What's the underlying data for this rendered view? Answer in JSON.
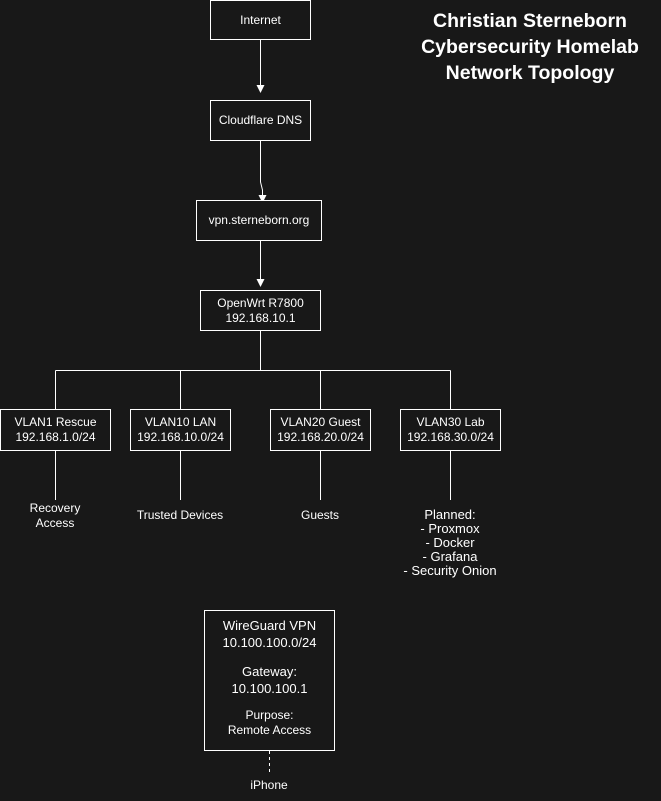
{
  "title": {
    "line1": "Christian Sterneborn",
    "line2": "Cybersecurity Homelab",
    "line3": "Network Topology"
  },
  "nodes": {
    "internet": "Internet",
    "cloudflare": "Cloudflare DNS",
    "vpn_domain": "vpn.sterneborn.org",
    "router": {
      "name": "OpenWrt R7800",
      "ip": "192.168.10.1"
    },
    "vlans": [
      {
        "name": "VLAN1 Rescue",
        "subnet": "192.168.1.0/24"
      },
      {
        "name": "VLAN10 LAN",
        "subnet": "192.168.10.0/24"
      },
      {
        "name": "VLAN20 Guest",
        "subnet": "192.168.20.0/24"
      },
      {
        "name": "VLAN30 Lab",
        "subnet": "192.168.30.0/24"
      }
    ]
  },
  "labels": {
    "vlan1": [
      "Recovery",
      "Access"
    ],
    "vlan10": "Trusted Devices",
    "vlan20": "Guests",
    "vlan30": [
      "Planned:",
      "- Proxmox",
      "- Docker",
      "- Grafana",
      "- Security Onion"
    ]
  },
  "wireguard": {
    "name": "WireGuard VPN",
    "subnet": "10.100.100.0/24",
    "gateway_label": "Gateway:",
    "gateway_ip": "10.100.100.1",
    "purpose_label": "Purpose:",
    "purpose": "Remote Access",
    "client": "iPhone"
  }
}
